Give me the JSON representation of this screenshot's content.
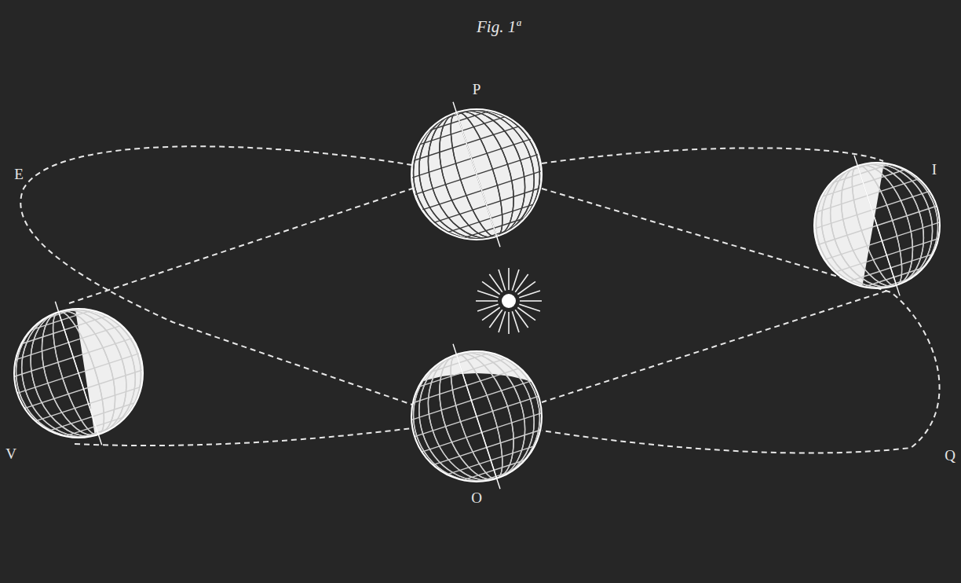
{
  "diagram": {
    "title": "Fig. 1ª",
    "labels": [
      "P",
      "E",
      "I",
      "V",
      "O",
      "Q"
    ]
  }
}
